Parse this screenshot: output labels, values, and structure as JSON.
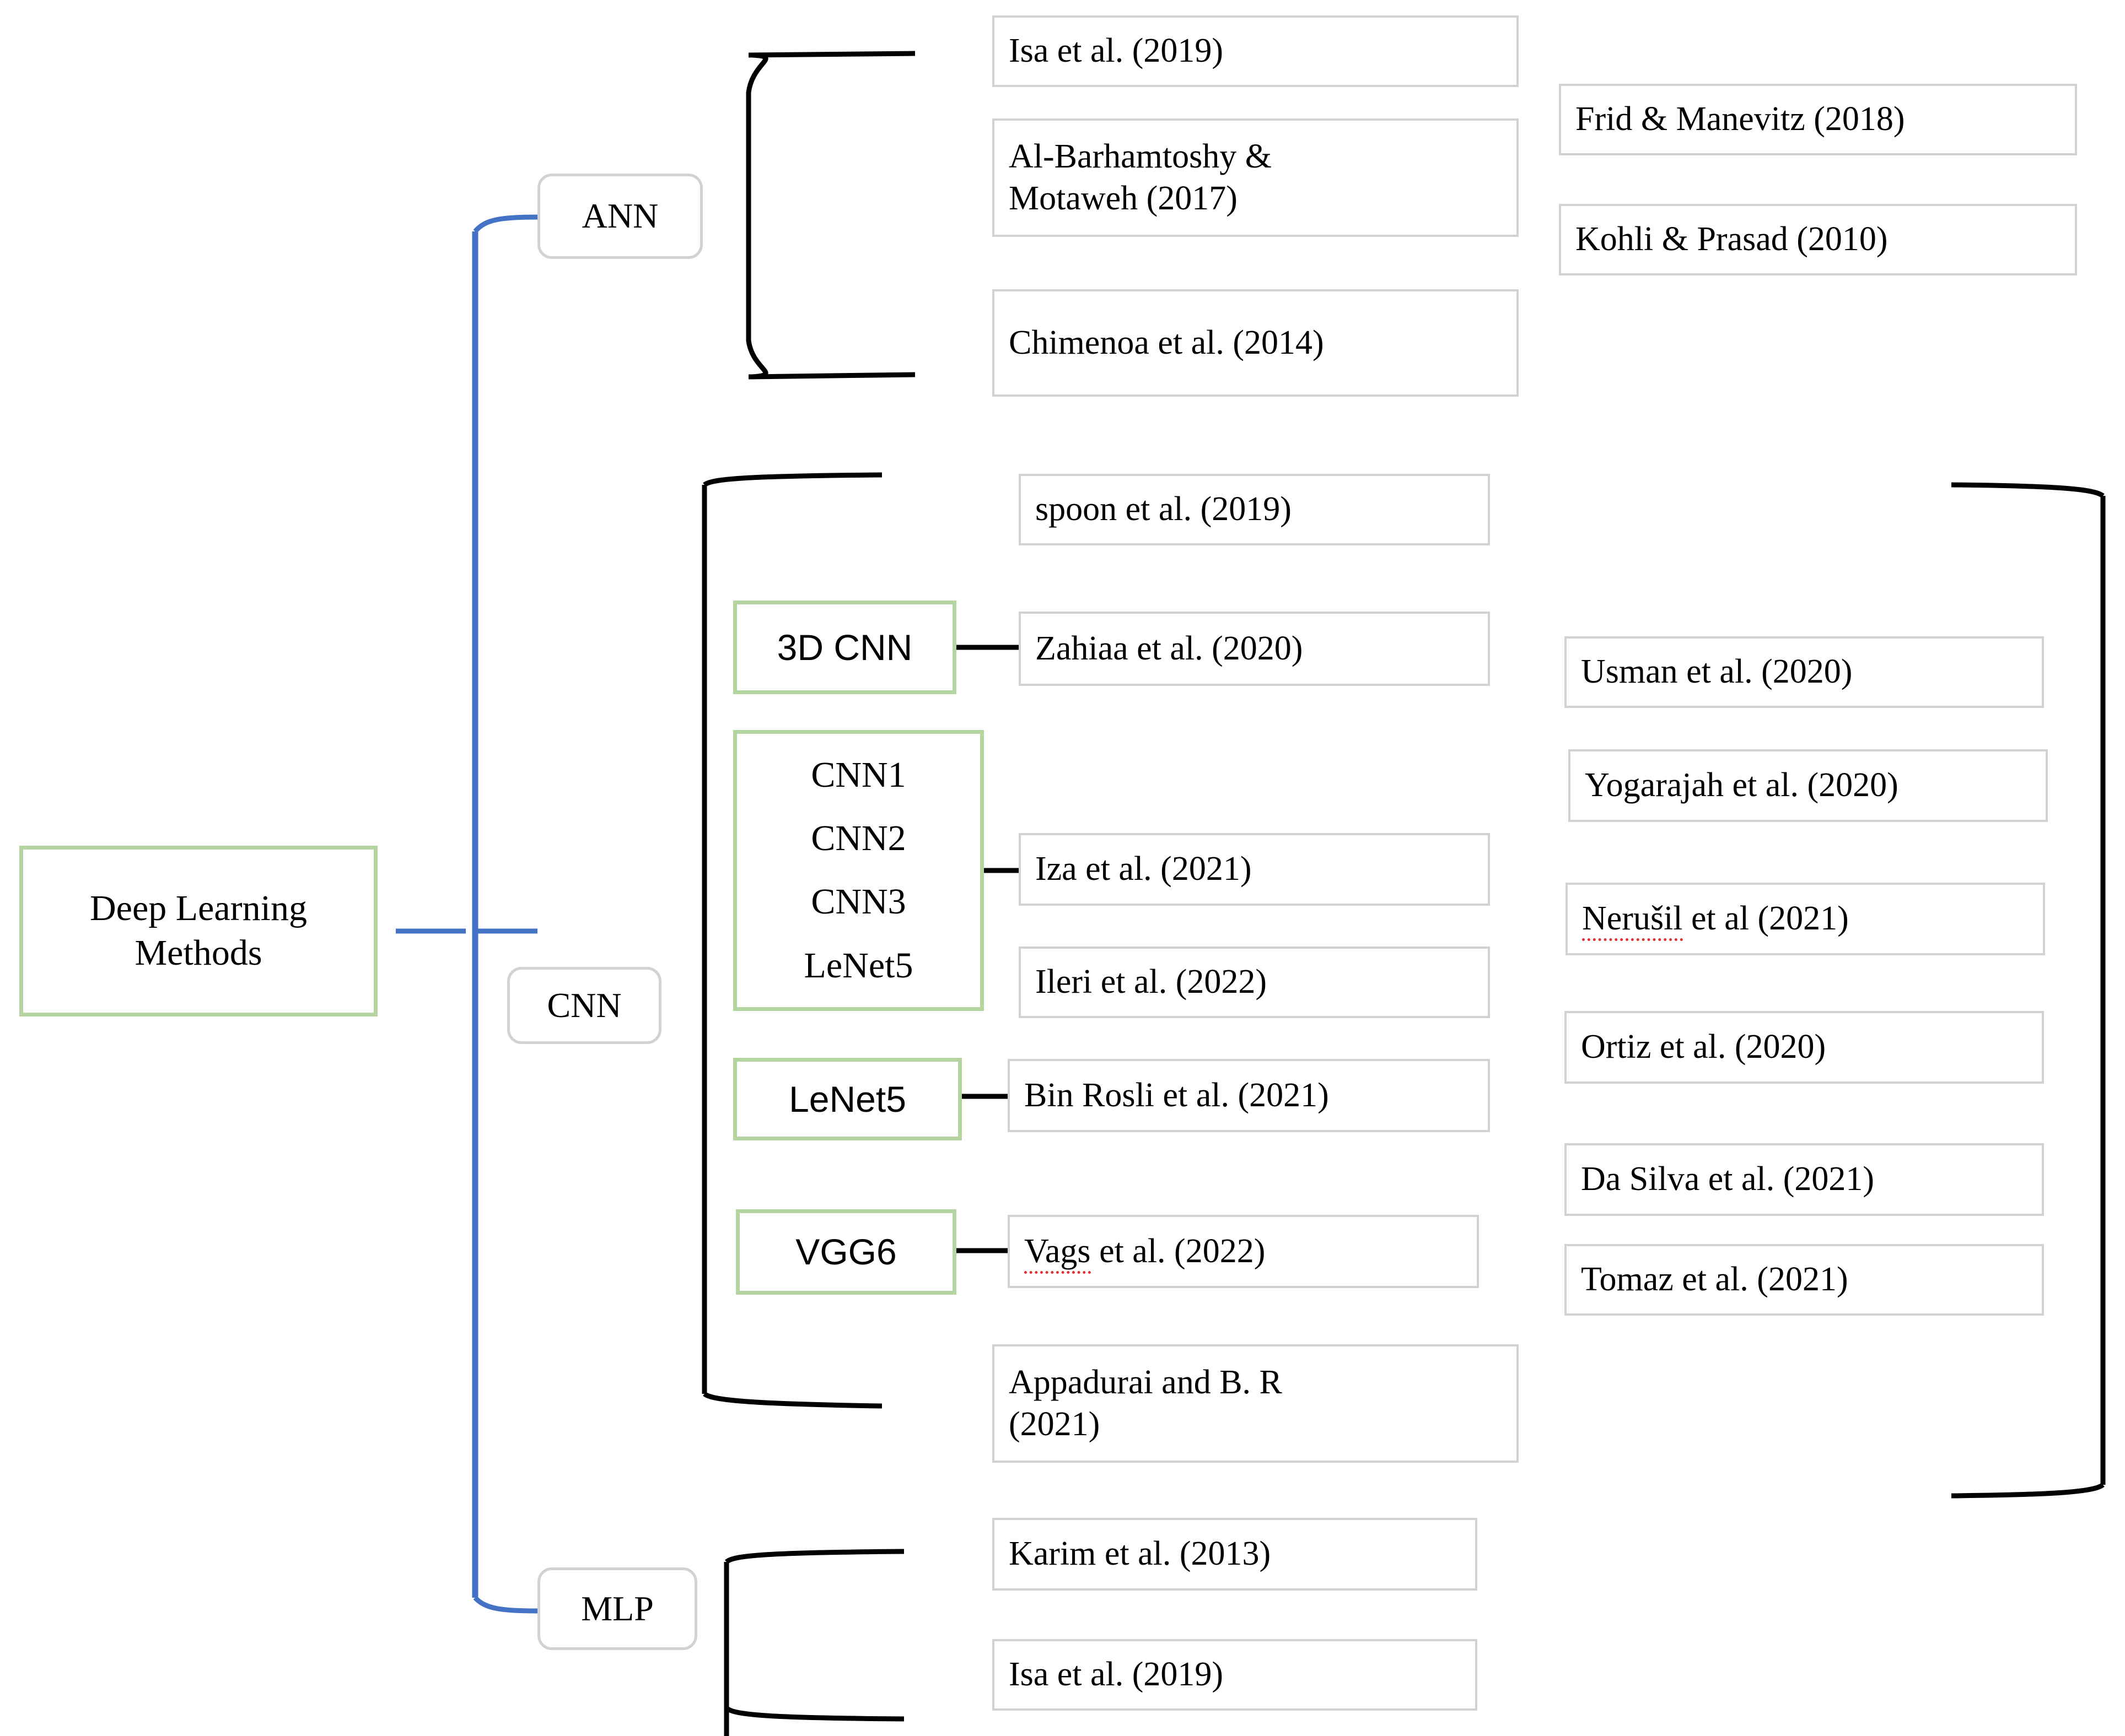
{
  "diagram": {
    "title": "Deep Learning Methods taxonomy",
    "root": {
      "label": "Deep Learning\nMethods",
      "line1": "Deep Learning",
      "line2": "Methods"
    },
    "categories": [
      {
        "id": "ann",
        "label": "ANN"
      },
      {
        "id": "cnn",
        "label": "CNN"
      },
      {
        "id": "mlp",
        "label": "MLP"
      }
    ],
    "architectures": [
      {
        "id": "cnn3d",
        "label": "3D CNN"
      },
      {
        "id": "cnn-group",
        "lines": [
          "CNN1",
          "CNN2",
          "CNN3",
          "LeNet5"
        ],
        "line1": "CNN1",
        "line2": "CNN2",
        "line3": "CNN3",
        "line4": "LeNet5"
      },
      {
        "id": "lenet5",
        "label": "LeNet5"
      },
      {
        "id": "vgg6",
        "label": "VGG6"
      }
    ],
    "references": {
      "ann": [
        {
          "id": "isa-2019-a",
          "text": "Isa et al. (2019)"
        },
        {
          "id": "albarhamtoshy-2017",
          "line1": "Al-Barhamtoshy &",
          "line2": "Motaweh (2017)"
        },
        {
          "id": "chimenoa-2014",
          "text": "Chimenoa et al. (2014)"
        }
      ],
      "cnn": [
        {
          "id": "spoon-2019",
          "text": "spoon et al. (2019)"
        },
        {
          "id": "zahiaa-2020",
          "text": "Zahiaa et al. (2020)"
        },
        {
          "id": "iza-2021",
          "text": "Iza et al. (2021)"
        },
        {
          "id": "ileri-2022",
          "text": "Ileri et al. (2022)"
        },
        {
          "id": "binrosli-2021",
          "text": "Bin Rosli et al. (2021)"
        },
        {
          "id": "vags-2022",
          "pre": "Vags",
          "post": " et al. (2022)",
          "misspelled": "Vags"
        },
        {
          "id": "appadurai-2021",
          "line1": "Appadurai and B. R",
          "line2": "(2021)"
        }
      ],
      "mlp": [
        {
          "id": "karim-2013",
          "text": "Karim et al. (2013)"
        },
        {
          "id": "isa-2019-b",
          "text": "Isa et al. (2019)"
        }
      ],
      "top_right": [
        {
          "id": "frid-2018",
          "text": "Frid & Manevitz (2018)"
        },
        {
          "id": "kohli-2010",
          "text": "Kohli & Prasad (2010)"
        }
      ],
      "right_group": [
        {
          "id": "usman-2020",
          "text": "Usman et al. (2020)"
        },
        {
          "id": "yogarajah-2020",
          "text": "Yogarajah et al. (2020)"
        },
        {
          "id": "nerusil-2021",
          "pre": "Nerušil",
          "post": " et al (2021)",
          "misspelled": "Nerušil"
        },
        {
          "id": "ortiz-2020",
          "text": "Ortiz et al. (2020)"
        },
        {
          "id": "dasilva-2021",
          "text": "Da Silva et al. (2021)"
        },
        {
          "id": "tomaz-2021",
          "text": "Tomaz et al. (2021)"
        }
      ]
    },
    "colors": {
      "accent_green": "#b5d5a0",
      "box_border_gray": "#d2d2d2",
      "connector_blue": "#4472c4",
      "connector_black": "#000000",
      "spellcheck_red": "#e03030",
      "text": "#000000",
      "background": "#ffffff"
    }
  }
}
